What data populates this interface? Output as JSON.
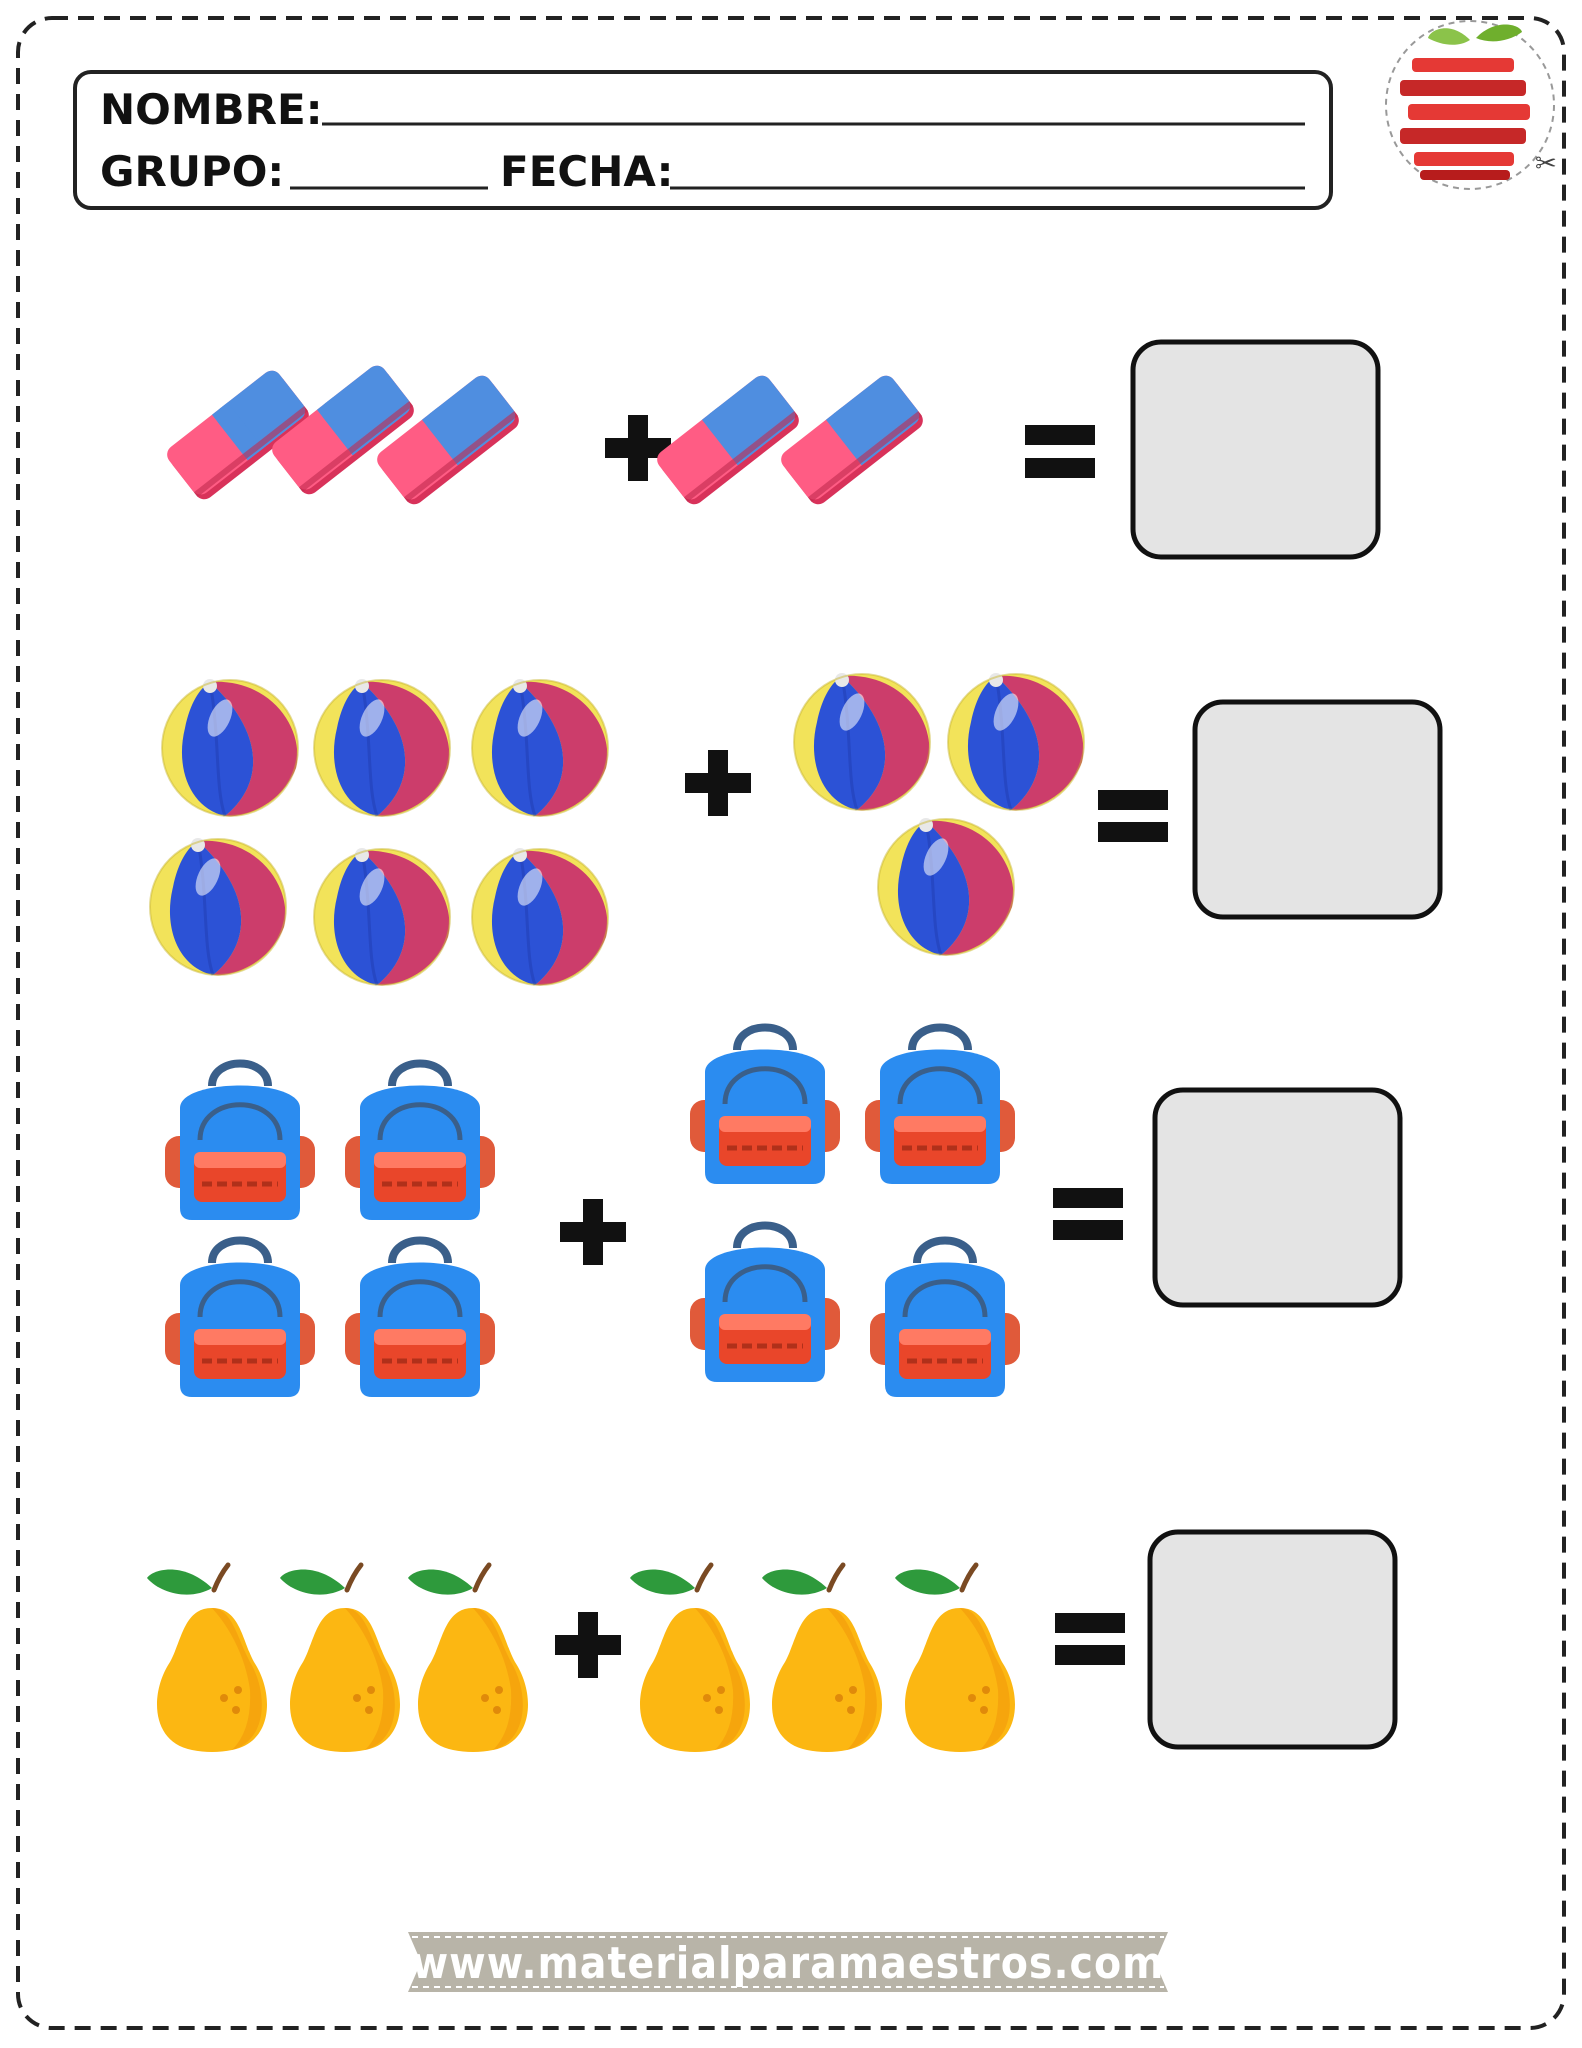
{
  "header": {
    "nombre_label": "NOMBRE:",
    "grupo_label": "GRUPO:",
    "fecha_label": "FECHA:"
  },
  "logo": {
    "icon": "apple-books-logo-icon",
    "colors": [
      "#e53935",
      "#8bc34a"
    ]
  },
  "exercises": [
    {
      "object": "eraser-icon",
      "left_count": 3,
      "right_count": 2,
      "plus": "+",
      "equals": "="
    },
    {
      "object": "beach-ball-icon",
      "left_count": 6,
      "right_count": 3,
      "plus": "+",
      "equals": "="
    },
    {
      "object": "backpack-icon",
      "left_count": 4,
      "right_count": 4,
      "plus": "+",
      "equals": "="
    },
    {
      "object": "pear-icon",
      "left_count": 3,
      "right_count": 3,
      "plus": "+",
      "equals": "="
    }
  ],
  "answer_box_color": "#e4e4e4",
  "footer": {
    "url": "www.materialparamaestros.com"
  }
}
